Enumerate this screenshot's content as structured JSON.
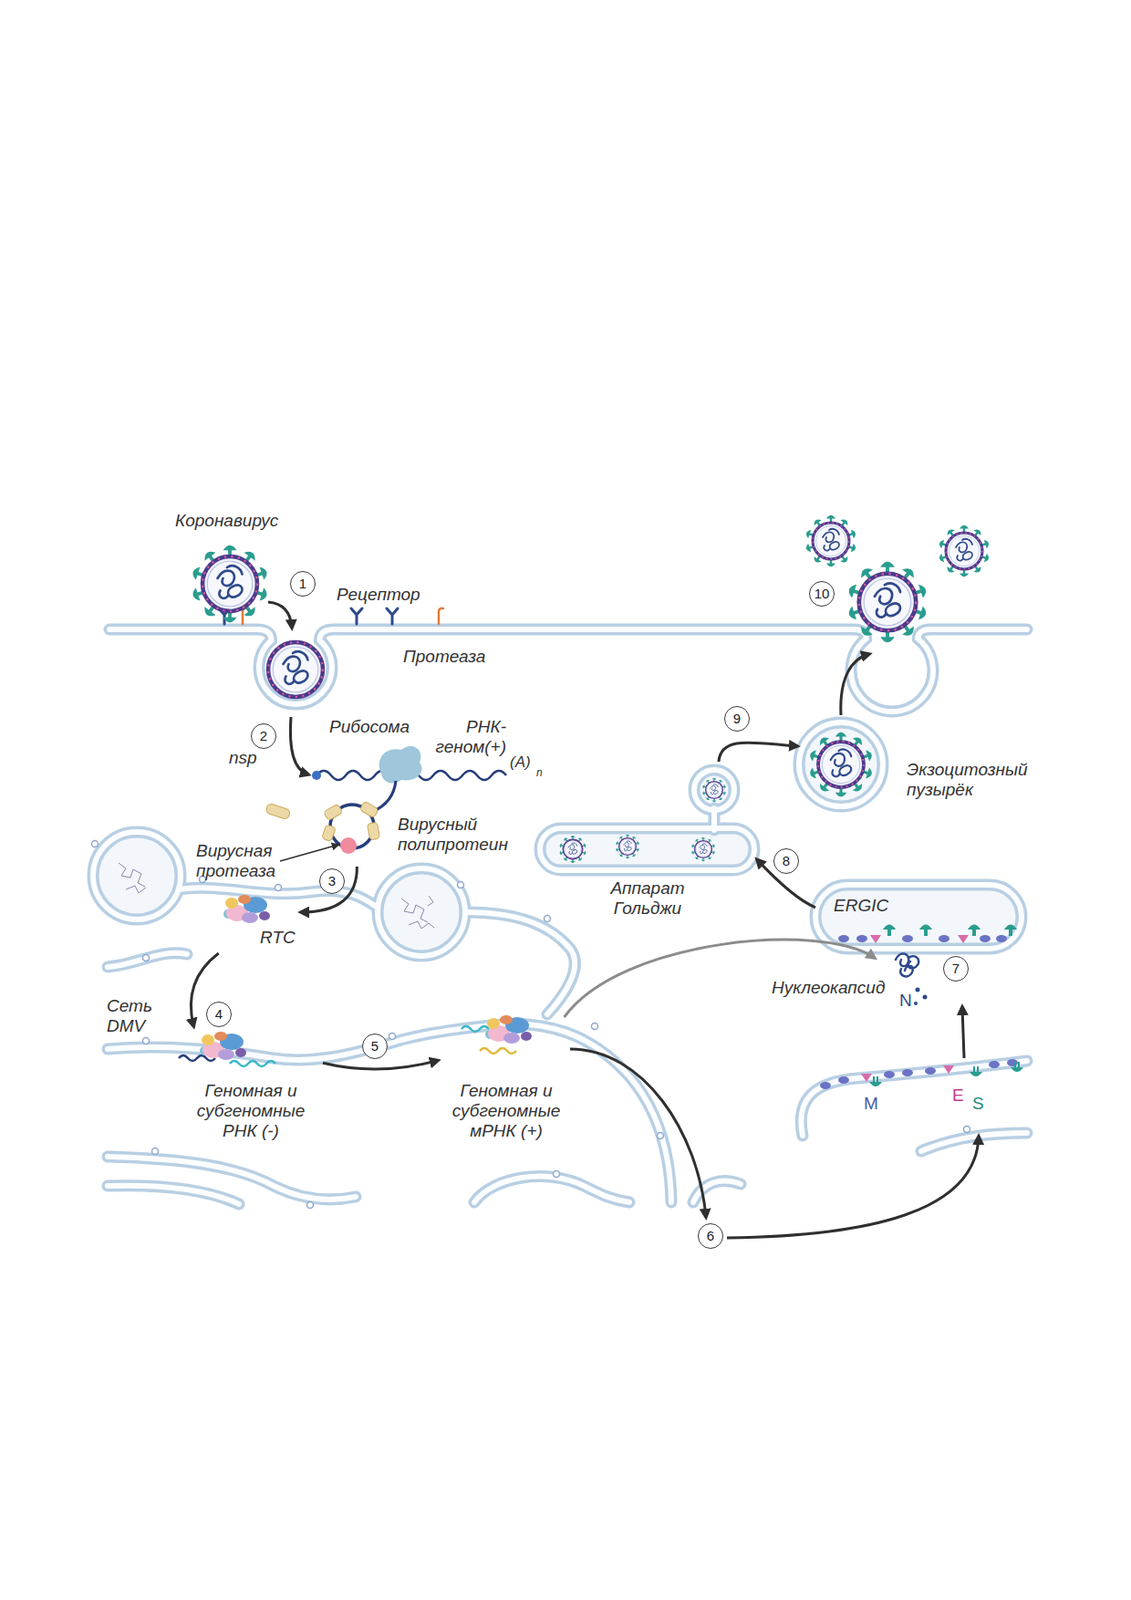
{
  "diagram": {
    "nodes": [
      {
        "text": [
          "Вирусный полипротеин"
        ]
      },
      {
        "text": [
          "RTC"
        ]
      },
      {
        "text": [
          "Геномная и субгеномные РНК (-)"
        ]
      },
      {
        "text": [
          "Геномная и субгеномные мРНК (+)"
        ]
      },
      {
        "text": [
          "Нуклеокапсид"
        ]
      },
      {
        "text": [
          "ERGIC"
        ]
      },
      {
        "text": [
          "Аппарат Гольджи"
        ]
      },
      {
        "text": [
          "Экзоцитозный пузырёк"
        ]
      }
    ],
    "edges": [
      {
        "from": 0,
        "to": 1,
        "arrow": "to"
      },
      {
        "from": 1,
        "to": 2,
        "arrow": "to"
      },
      {
        "from": 2,
        "to": 3,
        "arrow": "to"
      },
      {
        "from": 3,
        "to": 4,
        "arrow": "to"
      },
      {
        "from": 5,
        "to": 6,
        "arrow": "to"
      },
      {
        "from": 6,
        "to": 7,
        "arrow": "to"
      }
    ],
    "labels": [
      "Коронавирус",
      "Рецептор",
      "Протеаза",
      "Рибосома",
      "РНК- геном(+)",
      "(A)",
      "n",
      "nsp",
      "Вирусная протеаза",
      "Сеть DMV",
      "N",
      "M",
      "E",
      "S",
      "1",
      "2",
      "3",
      "4",
      "5",
      "6",
      "7",
      "8",
      "9",
      "10"
    ]
  }
}
